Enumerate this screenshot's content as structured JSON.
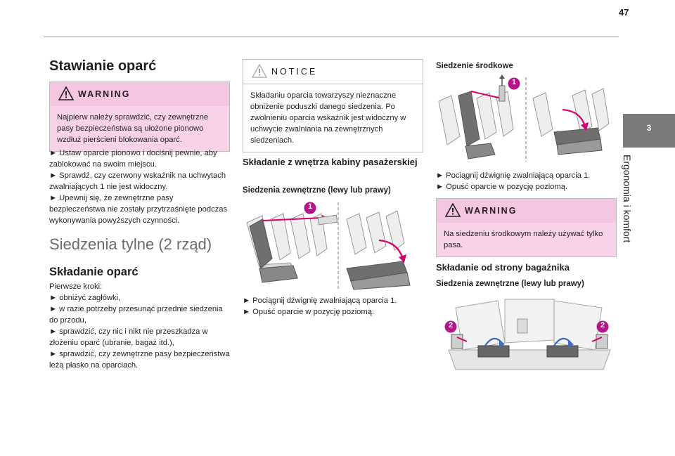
{
  "page": {
    "number": "47"
  },
  "side_tab": {
    "number": "3",
    "title": "Ergonomia i komfort"
  },
  "col1": {
    "title": "Stawianie oparć",
    "warning": {
      "label": "WARNING",
      "text": "Najpierw należy sprawdzić, czy zewnętrzne pasy bezpieczeństwa są ułożone pionowo wzdłuż pierścieni blokowania oparć."
    },
    "steps": [
      "► Ustaw oparcie pionowo i dociśnij pewnie, aby zablokować na swoim miejscu.",
      "► Sprawdź, czy czerwony wskaźnik na uchwytach zwalniających 1 nie jest widoczny.",
      "► Upewnij się, że zewnętrzne pasy bezpieczeństwa nie zostały przytrzaśnięte podczas wykonywania powyższych czynności."
    ],
    "big_heading": "Siedzenia tylne (2 rząd)",
    "heading2": "Składanie oparć",
    "first_steps_label": "Pierwsze kroki:",
    "first_steps": [
      "► obniżyć zagłówki,",
      "► w razie potrzeby przesunąć przednie siedzenia do przodu,",
      "► sprawdzić, czy nic i nikt nie przeszkadza w złożeniu oparć (ubranie, bagaż itd.),",
      "► sprawdzić, czy zewnętrzne pasy bezpieczeństwa leżą płasko na oparciach."
    ]
  },
  "col2": {
    "notice": {
      "label": "NOTICE",
      "text": "Składaniu oparcia towarzyszy nieznaczne obniżenie poduszki danego siedzenia. Po zwolnieniu oparcia wskaźnik jest widoczny w uchwycie zwalniania na zewnętrznych siedzeniach."
    },
    "heading": "Składanie z wnętrza kabiny pasażerskiej",
    "subhead": "Siedzenia zewnętrzne (lewy lub prawy)",
    "marker": "1",
    "steps": [
      "► Pociągnij dźwignię zwalniającą oparcia 1.",
      "► Opuść oparcie w pozycję poziomą."
    ]
  },
  "col3": {
    "subhead": "Siedzenie środkowe",
    "marker": "1",
    "steps": [
      "► Pociągnij dźwignię zwalniającą oparcia 1.",
      "► Opuść oparcie w pozycję poziomą."
    ],
    "warning": {
      "label": "WARNING",
      "text": "Na siedzeniu środkowym należy używać tylko pasa."
    },
    "heading": "Składanie od strony bagażnika",
    "subhead2": "Siedzenia zewnętrzne (lewy lub prawy)",
    "marker2_left": "2",
    "marker2_right": "2"
  },
  "colors": {
    "accent": "#a0207a",
    "warning_bg": "#f7d2e8",
    "warning_head": "#f4c6e2",
    "tab": "#7a7a7a"
  }
}
